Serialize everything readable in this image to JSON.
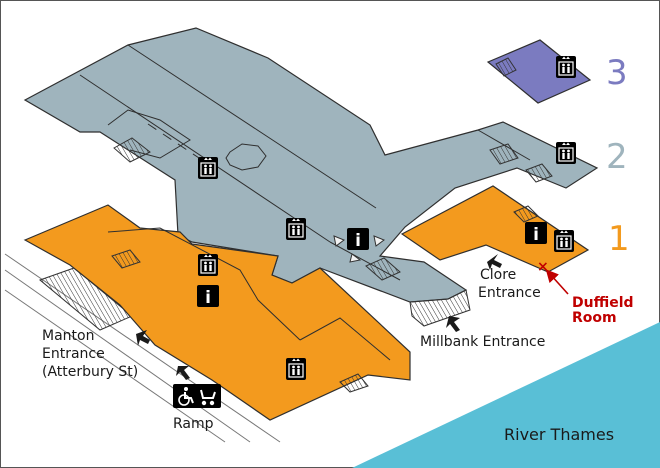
{
  "map": {
    "floor_labels": {
      "level_3": "3",
      "level_2": "2",
      "level_1": "1"
    },
    "entrances": {
      "clore_line1": "Clore",
      "clore_line2": "Entrance",
      "millbank": "Millbank Entrance",
      "manton_line1": "Manton",
      "manton_line2": "Entrance",
      "manton_line3": "(Atterbury St)",
      "ramp": "Ramp"
    },
    "destination": {
      "line1": "Duffield",
      "line2": "Room",
      "marker": "×"
    },
    "river": "River Thames",
    "icons": {
      "info_glyph": "i"
    },
    "colors": {
      "level_1": "#f39a1e",
      "level_2": "#9fb4bd",
      "level_3": "#7b7bc0",
      "river": "#59bfd6",
      "highlight": "#c00000"
    }
  }
}
